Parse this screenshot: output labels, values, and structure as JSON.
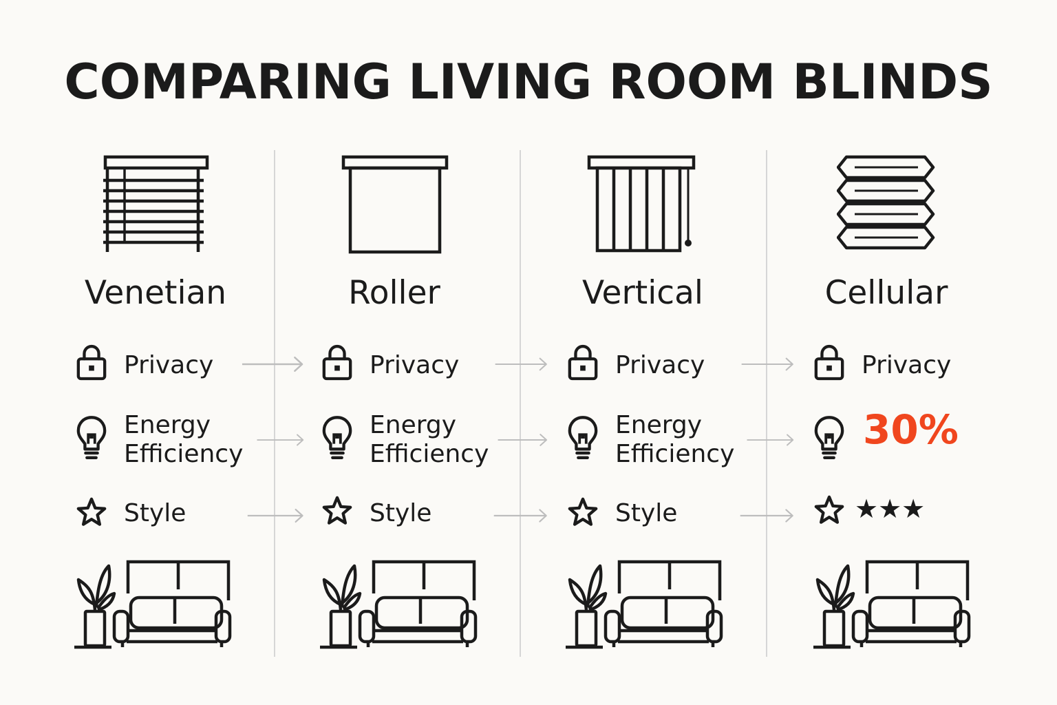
{
  "title": "COMPARING LIVING ROOM BLINDS",
  "columns": [
    {
      "name": "Venetian",
      "blind_icon": "venetian-blind-icon",
      "features": {
        "privacy": "Privacy",
        "energy": "Energy\nEfficiency",
        "style": "Style"
      }
    },
    {
      "name": "Roller",
      "blind_icon": "roller-blind-icon",
      "features": {
        "privacy": "Privacy",
        "energy": "Energy\nEfficiency",
        "style": "Style"
      }
    },
    {
      "name": "Vertical",
      "blind_icon": "vertical-blind-icon",
      "features": {
        "privacy": "Privacy",
        "energy": "Energy\nEfficiency",
        "style": "Style"
      }
    },
    {
      "name": "Cellular",
      "blind_icon": "cellular-blind-icon",
      "features": {
        "privacy": "Privacy",
        "energy_value": "30%",
        "style_rating": "★★★",
        "style_rating_count": 3
      }
    }
  ],
  "icons": {
    "privacy": "lock-icon",
    "energy": "lightbulb-icon",
    "style": "star-icon",
    "room": "living-room-icon",
    "connector": "arrow-right-icon"
  },
  "colors": {
    "background": "#fbfaf7",
    "ink": "#1b1b1b",
    "divider": "#d6d6d6",
    "arrow": "#bdbdbd",
    "accent": "#f0461e"
  }
}
